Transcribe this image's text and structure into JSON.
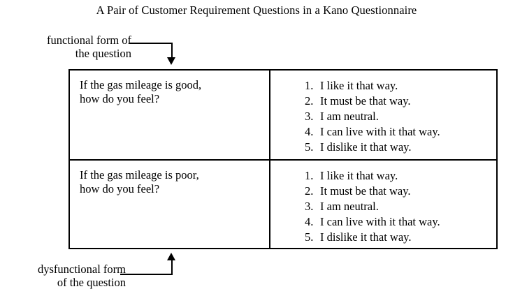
{
  "title": "A Pair of Customer Requirement Questions in a Kano Questionnaire",
  "callouts": {
    "functional": {
      "line1": "functional form of",
      "line2": "the question"
    },
    "dysfunctional": {
      "line1": "dysfunctional form",
      "line2": "of the question"
    }
  },
  "table": {
    "rows": [
      {
        "question_line1": "If the gas mileage is good,",
        "question_line2": "how do you feel?",
        "answers": [
          {
            "num": "1.",
            "text": "I like it that way."
          },
          {
            "num": "2.",
            "text": "It must be that way."
          },
          {
            "num": "3.",
            "text": "I am neutral."
          },
          {
            "num": "4.",
            "text": "I can live with it that way."
          },
          {
            "num": "5.",
            "text": "I dislike it that way."
          }
        ]
      },
      {
        "question_line1": "If the gas mileage is poor,",
        "question_line2": "how do you feel?",
        "answers": [
          {
            "num": "1.",
            "text": "I like it that way."
          },
          {
            "num": "2.",
            "text": "It must be that way."
          },
          {
            "num": "3.",
            "text": "I am neutral."
          },
          {
            "num": "4.",
            "text": "I can live with it that way."
          },
          {
            "num": "5.",
            "text": "I dislike it that way."
          }
        ]
      }
    ]
  },
  "colors": {
    "ink": "#000000",
    "background": "#ffffff"
  }
}
